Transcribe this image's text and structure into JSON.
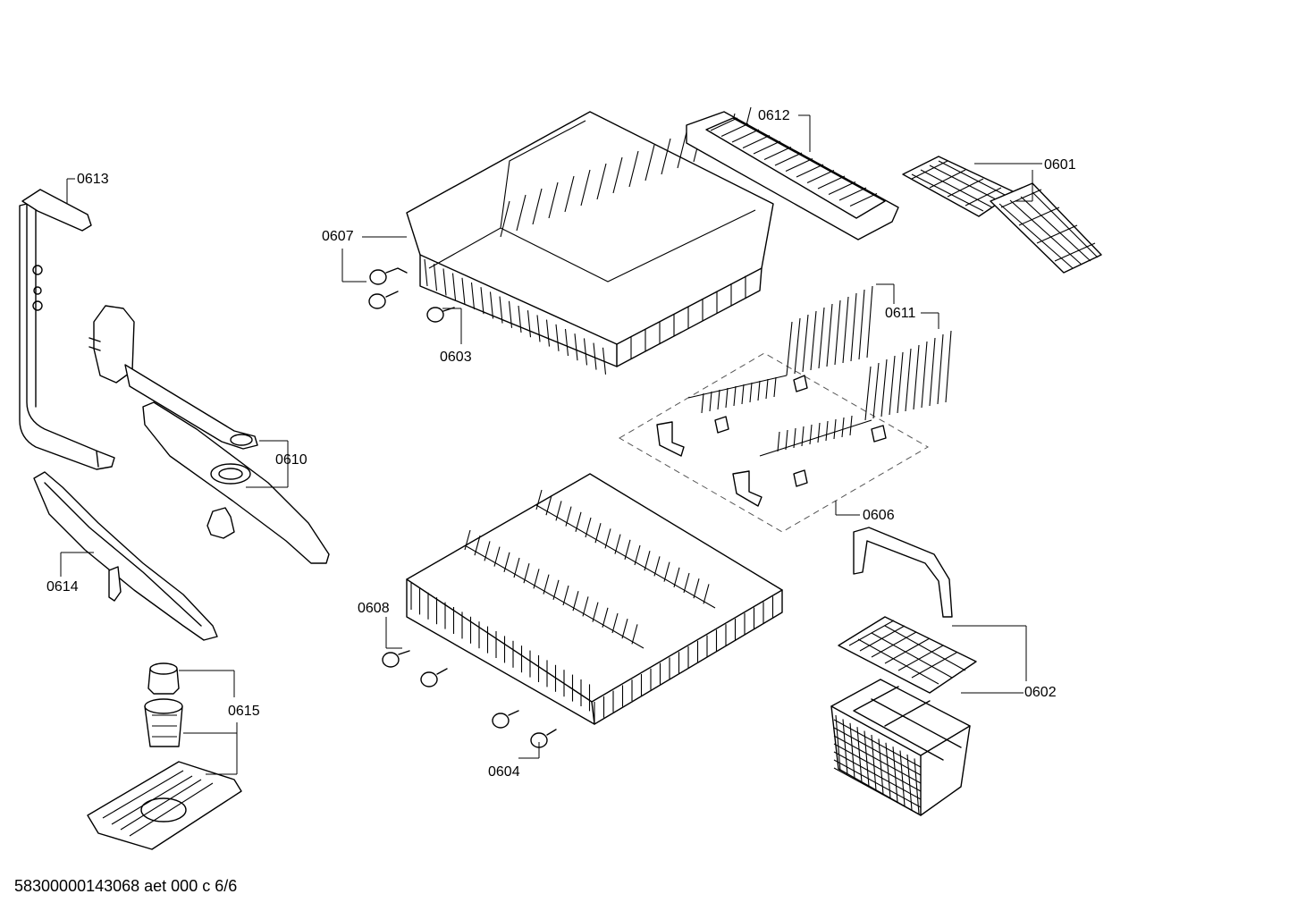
{
  "diagram": {
    "footer_text": "58300000143068 aet 000 c 6/6",
    "callouts": {
      "c0601": "0601",
      "c0602": "0602",
      "c0603": "0603",
      "c0604": "0604",
      "c0606": "0606",
      "c0607": "0607",
      "c0608": "0608",
      "c0610": "0610",
      "c0611": "0611",
      "c0612": "0612",
      "c0613": "0613",
      "c0614": "0614",
      "c0615": "0615"
    }
  }
}
